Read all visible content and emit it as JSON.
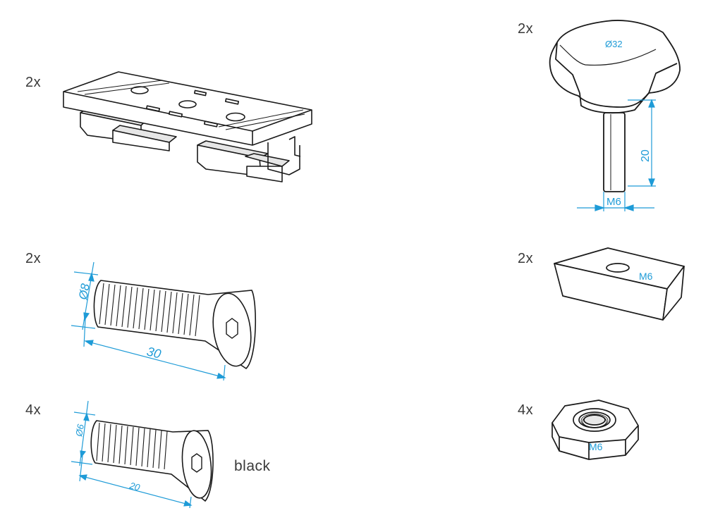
{
  "colors": {
    "line": "#1a1a1a",
    "dimension": "#1e9bd7",
    "fill": "#ffffff",
    "shade": "#d8d8d8"
  },
  "parts": {
    "connector": {
      "qty": "2x",
      "icon": "connector-plate-icon"
    },
    "knob": {
      "qty": "2x",
      "icon": "star-knob-icon",
      "diameter_label": "Ø32",
      "length_label": "20",
      "thread_label": "M6"
    },
    "screw_m8": {
      "qty": "2x",
      "icon": "countersunk-screw-icon",
      "diameter_label": "Ø8",
      "length_label": "30"
    },
    "slot_nut": {
      "qty": "2x",
      "icon": "slot-nut-icon",
      "thread_label": "M6"
    },
    "screw_m6": {
      "qty": "4x",
      "icon": "countersunk-screw-icon",
      "diameter_label": "Ø6",
      "length_label": "20",
      "note": "black"
    },
    "hex_nut": {
      "qty": "4x",
      "icon": "hex-nut-icon",
      "thread_label": "M6"
    }
  }
}
